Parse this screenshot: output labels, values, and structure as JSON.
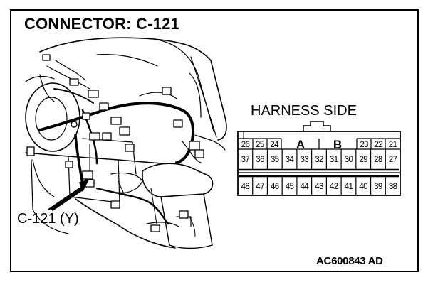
{
  "title": "CONNECTOR: C-121",
  "harness_side_label": "HARNESS SIDE",
  "callout_label": "C-121 (Y)",
  "figure_code": "AC600843 AD",
  "connector": {
    "row1_left": [
      "26",
      "25",
      "24"
    ],
    "row1_right": [
      "23",
      "22",
      "21"
    ],
    "center_labels": [
      "A",
      "B"
    ],
    "row2": [
      "37",
      "36",
      "35",
      "34",
      "33",
      "32",
      "31",
      "30",
      "29",
      "28",
      "27"
    ],
    "row3": [
      "48",
      "47",
      "46",
      "45",
      "44",
      "43",
      "42",
      "41",
      "40",
      "39",
      "38"
    ]
  }
}
